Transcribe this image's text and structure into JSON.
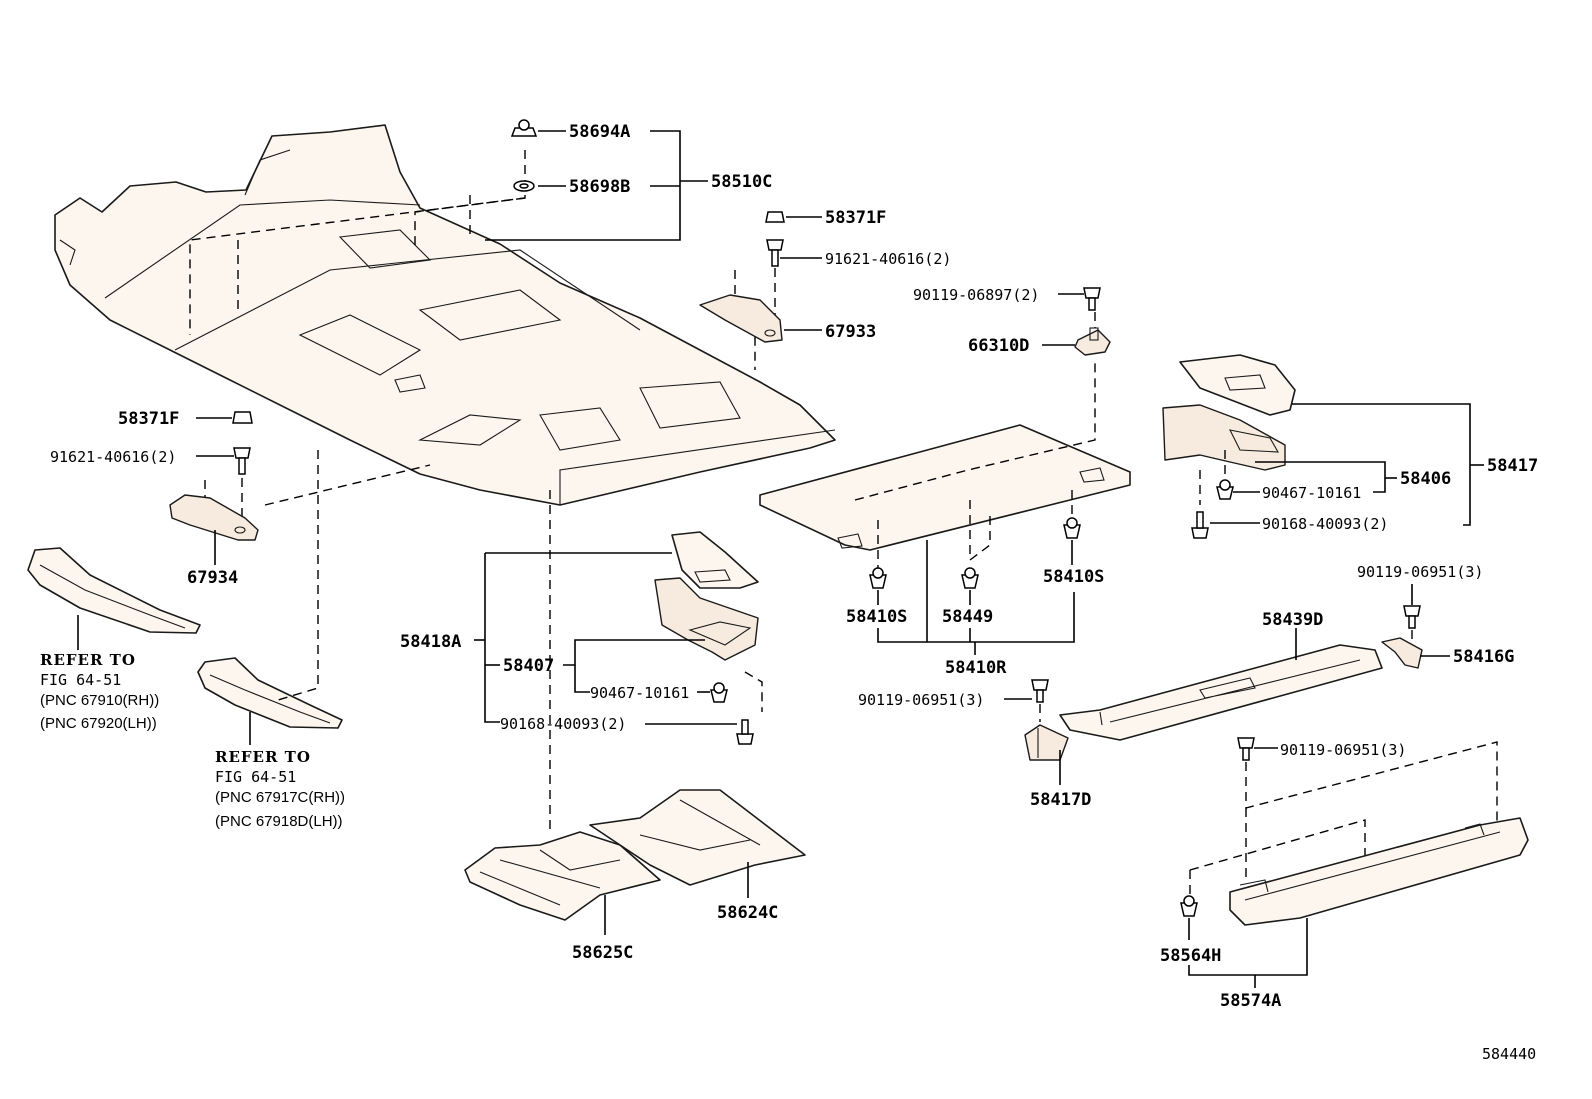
{
  "diagram_id": "584440",
  "callouts": {
    "c58694A": "58694A",
    "c58698B": "58698B",
    "c58510C": "58510C",
    "c58371F_top": "58371F",
    "c91621_top": "91621-40616(2)",
    "c67933": "67933",
    "c58371F_left": "58371F",
    "c91621_left": "91621-40616(2)",
    "c67934": "67934",
    "c90119_06897": "90119-06897(2)",
    "c66310D": "66310D",
    "c58417": "58417",
    "c58406": "58406",
    "c90467_right": "90467-10161",
    "c90168_right": "90168-40093(2)",
    "c58418A": "58418A",
    "c58407": "58407",
    "c90467_mid": "90467-10161",
    "c90168_mid": "90168-40093(2)",
    "c58410S_left": "58410S",
    "c58449": "58449",
    "c58410S_right": "58410S",
    "c58410R": "58410R",
    "c90119_06951_a": "90119-06951(3)",
    "c58439D": "58439D",
    "c58416G": "58416G",
    "c90119_06951_b": "90119-06951(3)",
    "c58417D": "58417D",
    "c90119_06951_c": "90119-06951(3)",
    "c58624C": "58624C",
    "c58625C": "58625C",
    "c58564H": "58564H",
    "c58574A": "58574A"
  },
  "references": {
    "ref1_title": "REFER TO",
    "ref1_fig": "FIG 64-51",
    "ref1_pnc_rh": "(PNC 67910(RH))",
    "ref1_pnc_lh": "(PNC 67920(LH))",
    "ref2_title": "REFER TO",
    "ref2_fig": "FIG 64-51",
    "ref2_pnc_rh": "(PNC 67917C(RH))",
    "ref2_pnc_lh": "(PNC 67918D(LH))"
  }
}
